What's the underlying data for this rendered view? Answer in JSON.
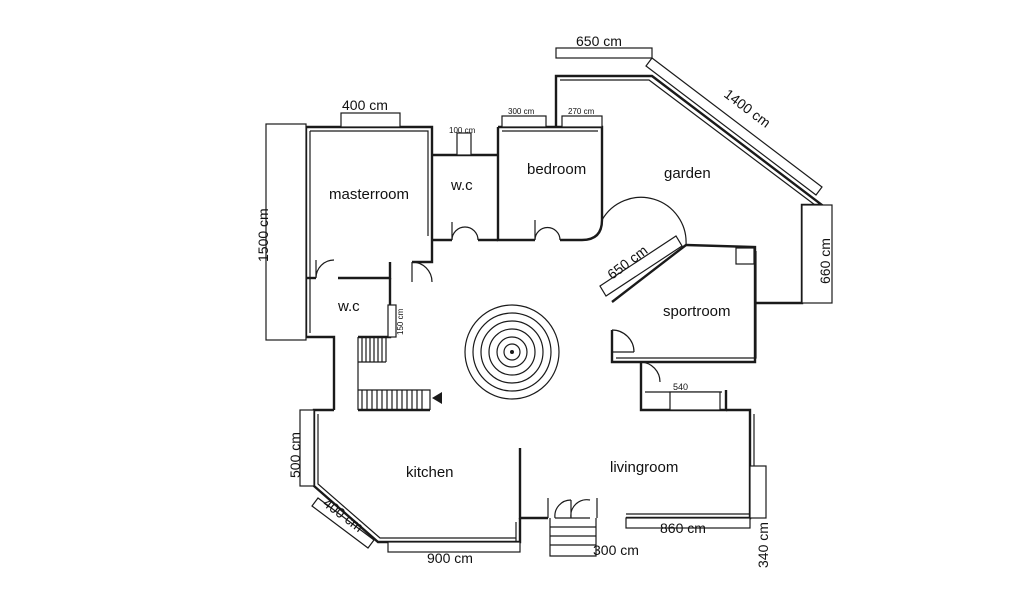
{
  "rooms": {
    "masterroom": "masterroom",
    "wc_top": "w.c",
    "bedroom": "bedroom",
    "garden": "garden",
    "wc_left": "w.c",
    "sportroom": "sportroom",
    "kitchen": "kitchen",
    "livingroom": "livingroom"
  },
  "dimensions": {
    "d650_top": "650 cm",
    "d1400": "1400 cm",
    "d400_top": "400 cm",
    "d100": "100 cm",
    "d300_top": "300 cm",
    "d270": "270 cm",
    "d1500": "1500 cm",
    "d660": "660 cm",
    "d650_diag": "650 cm",
    "d150": "150 cm",
    "d540": "540",
    "d500": "500 cm",
    "d400_diag": "400 cm",
    "d900": "900 cm",
    "d300_bottom": "300 cm",
    "d860": "860 cm",
    "d340": "340 cm"
  }
}
